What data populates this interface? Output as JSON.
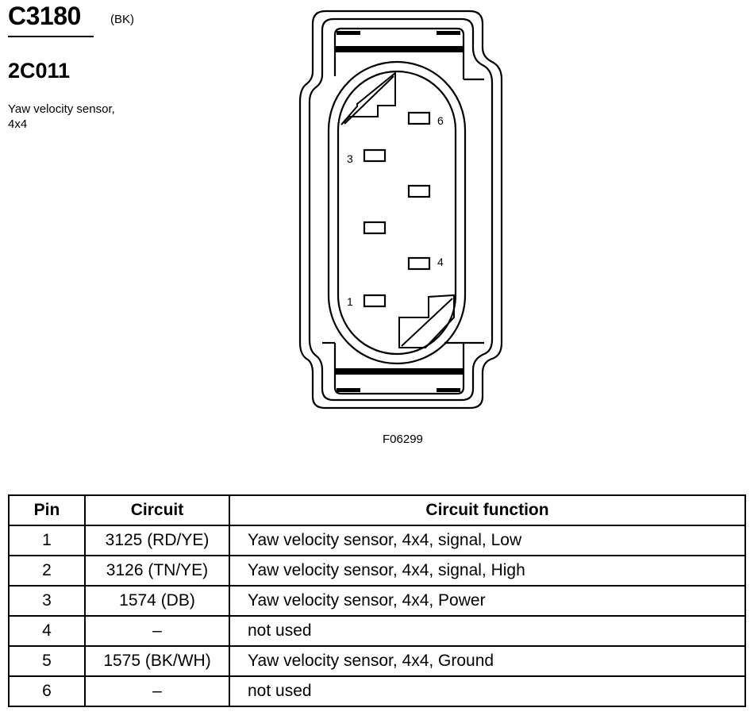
{
  "header": {
    "connector_id": "C3180",
    "connector_color": "(BK)",
    "part_number": "2C011",
    "description_lines": [
      "Yaw velocity sensor,",
      "4x4"
    ]
  },
  "figure": {
    "id": "F06299",
    "pin_labels": [
      "1",
      "3",
      "4",
      "6"
    ]
  },
  "pin_table": {
    "headers": [
      "Pin",
      "Circuit",
      "Circuit function"
    ],
    "rows": [
      {
        "pin": "1",
        "circuit": "3125 (RD/YE)",
        "function": "Yaw velocity sensor, 4x4, signal, Low"
      },
      {
        "pin": "2",
        "circuit": "3126 (TN/YE)",
        "function": "Yaw velocity sensor, 4x4, signal, High"
      },
      {
        "pin": "3",
        "circuit": "1574 (DB)",
        "function": "Yaw velocity sensor, 4x4, Power"
      },
      {
        "pin": "4",
        "circuit": "–",
        "function": "not used"
      },
      {
        "pin": "5",
        "circuit": "1575 (BK/WH)",
        "function": "Yaw velocity sensor, 4x4, Ground"
      },
      {
        "pin": "6",
        "circuit": "–",
        "function": "not used"
      }
    ]
  }
}
